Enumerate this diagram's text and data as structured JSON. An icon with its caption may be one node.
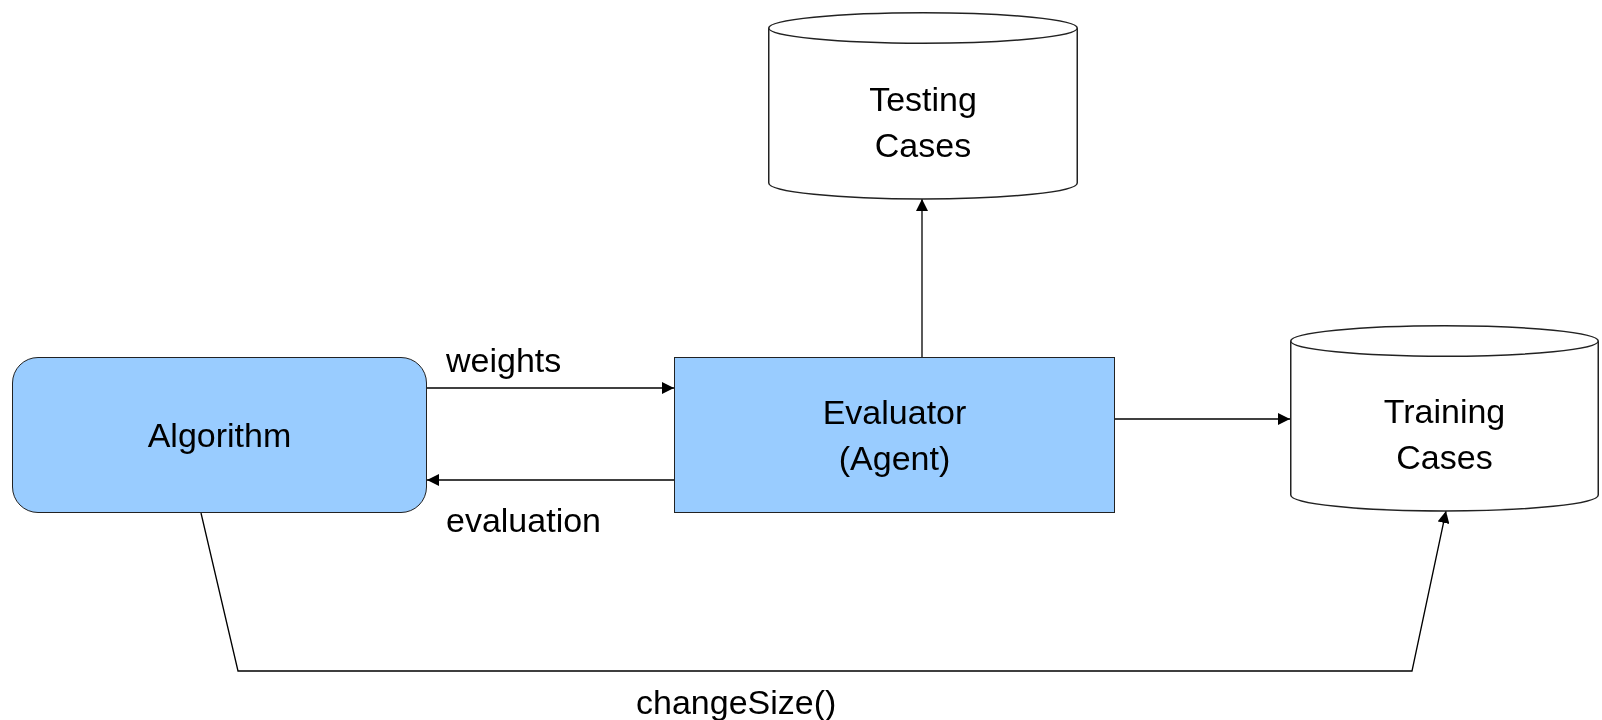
{
  "diagram": {
    "nodes": [
      {
        "text": [
          "Algorithm"
        ]
      },
      {
        "text": [
          "Evaluator (Agent)"
        ]
      },
      {
        "text": [
          "Testing Cases"
        ]
      },
      {
        "text": [
          "Training Cases"
        ]
      }
    ],
    "edges": [
      {
        "from": 0,
        "to": 1,
        "arrow": "to",
        "label": "weights"
      },
      {
        "from": 1,
        "to": 0,
        "arrow": "to",
        "label": "evaluation"
      },
      {
        "from": 1,
        "to": 2,
        "arrow": "to"
      },
      {
        "from": 1,
        "to": 3,
        "arrow": "to"
      },
      {
        "from": 0,
        "to": 3,
        "arrow": "to",
        "label": "changeSize()"
      }
    ]
  }
}
